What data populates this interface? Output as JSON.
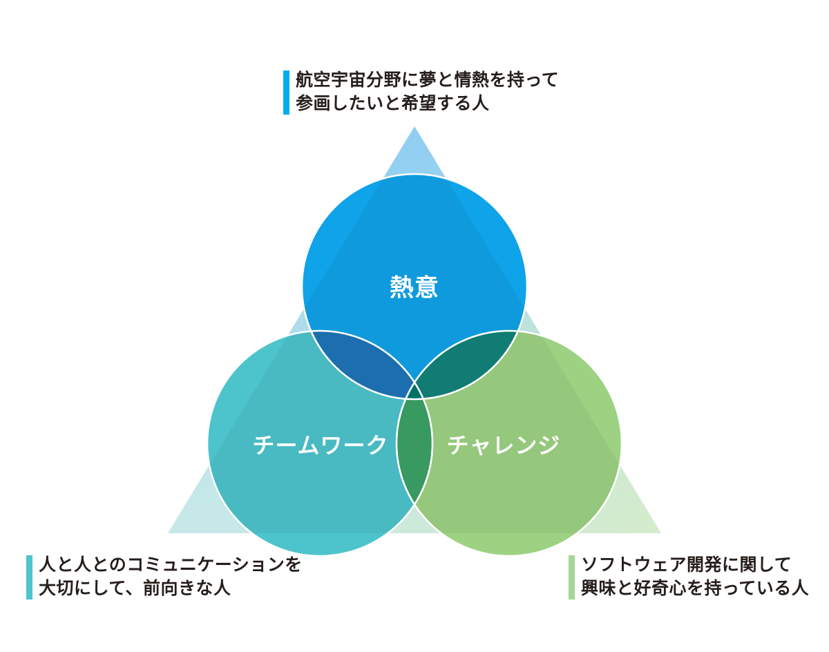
{
  "diagram": {
    "type": "venn-triangle",
    "circles": {
      "top": {
        "label": "熱意",
        "color": "#0FA3E9"
      },
      "left": {
        "label": "チームワーク",
        "color": "#4DC4CC"
      },
      "right": {
        "label": "チャレンジ",
        "color": "#9DD283"
      }
    },
    "overlaps": {
      "top_left": "#1E74B8",
      "top_right": "#12837B",
      "left_right": "#3CA267",
      "center": "#00786D"
    },
    "triangle": {
      "top_color": "#8ECDF2",
      "bottom_left_color": "#C6E8E9",
      "bottom_right_color": "#D6ECCA"
    },
    "stroke": {
      "color": "#FFFFFF"
    }
  },
  "annotations": {
    "top": {
      "bar_color": "#00AEEF",
      "lines": [
        "航空宇宙分野に夢と情熱を持って",
        "参画したいと希望する人"
      ]
    },
    "bottom_left": {
      "bar_color": "#4EC4CC",
      "lines": [
        "人と人とのコミュニケーションを",
        "大切にして、前向きな人"
      ]
    },
    "bottom_right": {
      "bar_color": "#A5D696",
      "lines": [
        "ソフトウェア開発に関して",
        "興味と好奇心を持っている人"
      ]
    }
  },
  "text": {
    "annotation_color": "#251E1B",
    "label_color": "#FFFFFF"
  }
}
